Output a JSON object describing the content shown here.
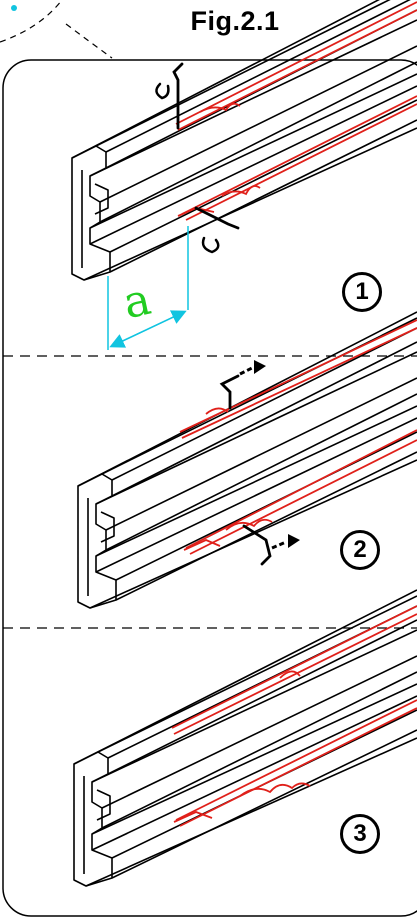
{
  "figure": {
    "title": "Fig.2.1",
    "dimension_label": "a",
    "steps": [
      {
        "number": "1"
      },
      {
        "number": "2"
      },
      {
        "number": "3"
      }
    ]
  },
  "colors": {
    "outline": "#000000",
    "tape": "#e0201a",
    "dimension": "#11c4e0",
    "dimension_label": "#22cc22",
    "arrow": "#000000"
  },
  "icons": {
    "tape_removal_hook": "hook-arrow-icon",
    "pull_direction": "arrow-icon"
  }
}
